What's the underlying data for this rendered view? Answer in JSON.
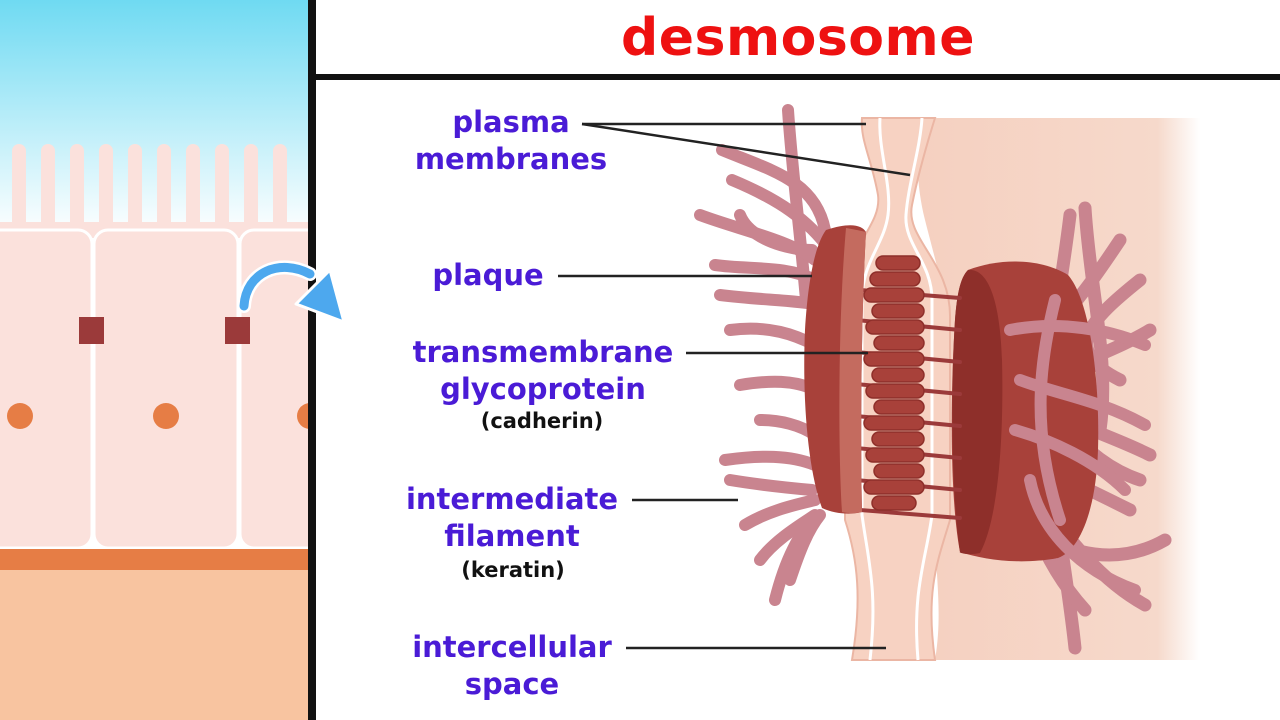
{
  "title": "desmosome",
  "labels": {
    "plasma_line1": "plasma",
    "plasma_line2": "membranes",
    "plaque": "plaque",
    "glyco_line1": "transmembrane",
    "glyco_line2": "glycoprotein",
    "glyco_sub": "(cadherin)",
    "filament_line1": "intermediate",
    "filament_line2": "filament",
    "filament_sub": "(keratin)",
    "space_line1": "intercellular",
    "space_line2": "space"
  },
  "colors": {
    "title": "#ee1111",
    "label": "#4a1bd6",
    "plaque": "#a8413a",
    "filament": "#c9848f",
    "membrane": "#f7d2c2",
    "cell": "#fbe1dc",
    "basement": "#e67d45",
    "tissue": "#f8c4a0",
    "arrow": "#4da8ee",
    "junction": "#9b3a3a",
    "nucleus": "#e67d45"
  },
  "icons": {
    "transition_arrow": "curved-arrow-icon"
  }
}
